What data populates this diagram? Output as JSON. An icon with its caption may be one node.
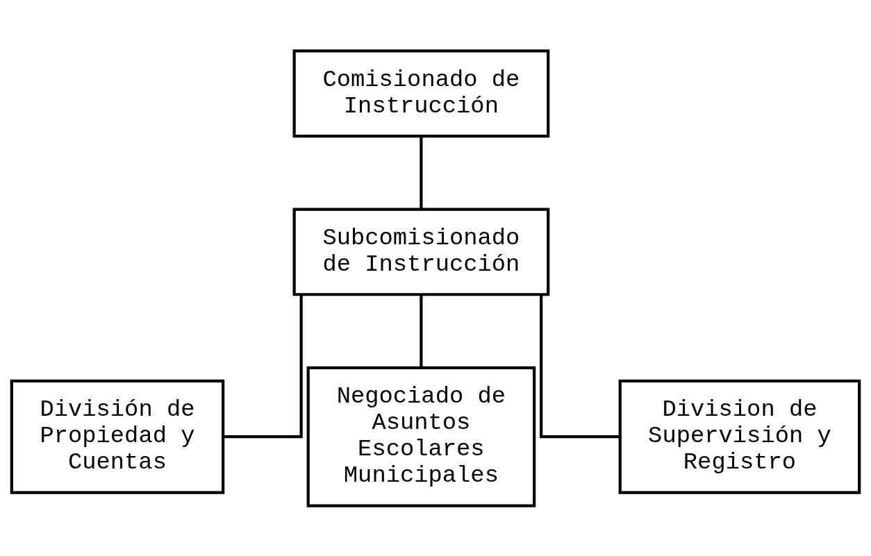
{
  "diagram": {
    "nodes": [
      {
        "text": [
          "Comisionado de Instrucción"
        ]
      },
      {
        "text": [
          "Subcomisionado de Instrucción"
        ]
      },
      {
        "text": [
          "División de Propiedad y Cuentas"
        ]
      },
      {
        "text": [
          "Negociado de Asuntos Escolares Municipales"
        ]
      },
      {
        "text": [
          "Division de Supervisión y Registro"
        ]
      }
    ],
    "edges": [
      {
        "from": 0,
        "to": 1,
        "arrow": "none"
      },
      {
        "from": 1,
        "to": 2,
        "arrow": "none"
      },
      {
        "from": 1,
        "to": 3,
        "arrow": "none"
      },
      {
        "from": 1,
        "to": 4,
        "arrow": "none"
      }
    ]
  }
}
